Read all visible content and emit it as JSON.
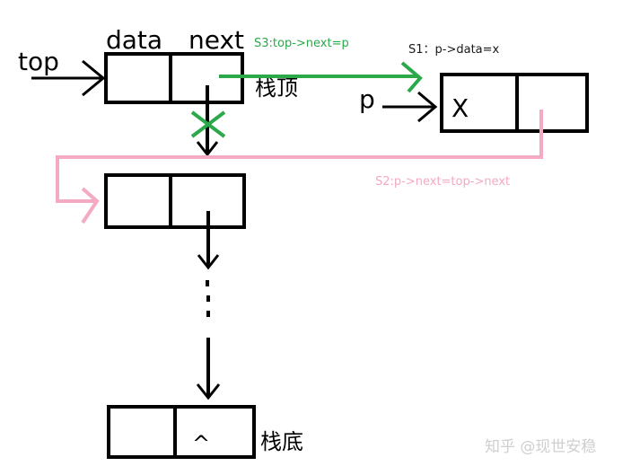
{
  "labels": {
    "top": "top",
    "data": "data",
    "next": "next",
    "p": "p",
    "x_value": "X",
    "null_mark": "^",
    "stack_top": "栈顶",
    "stack_bottom": "栈底"
  },
  "steps": {
    "s1": "S1：p->data=x",
    "s2": "S2:p->next=top->next",
    "s3": "S3:top->next=p"
  },
  "watermark": "知乎 @现世安稳",
  "colors": {
    "black": "#000000",
    "green": "#2aa84a",
    "pink": "#f4a9c4",
    "s1_text": "#1a1a1a",
    "s2_text": "#f4a9c4",
    "s3_text": "#2aa84a"
  }
}
